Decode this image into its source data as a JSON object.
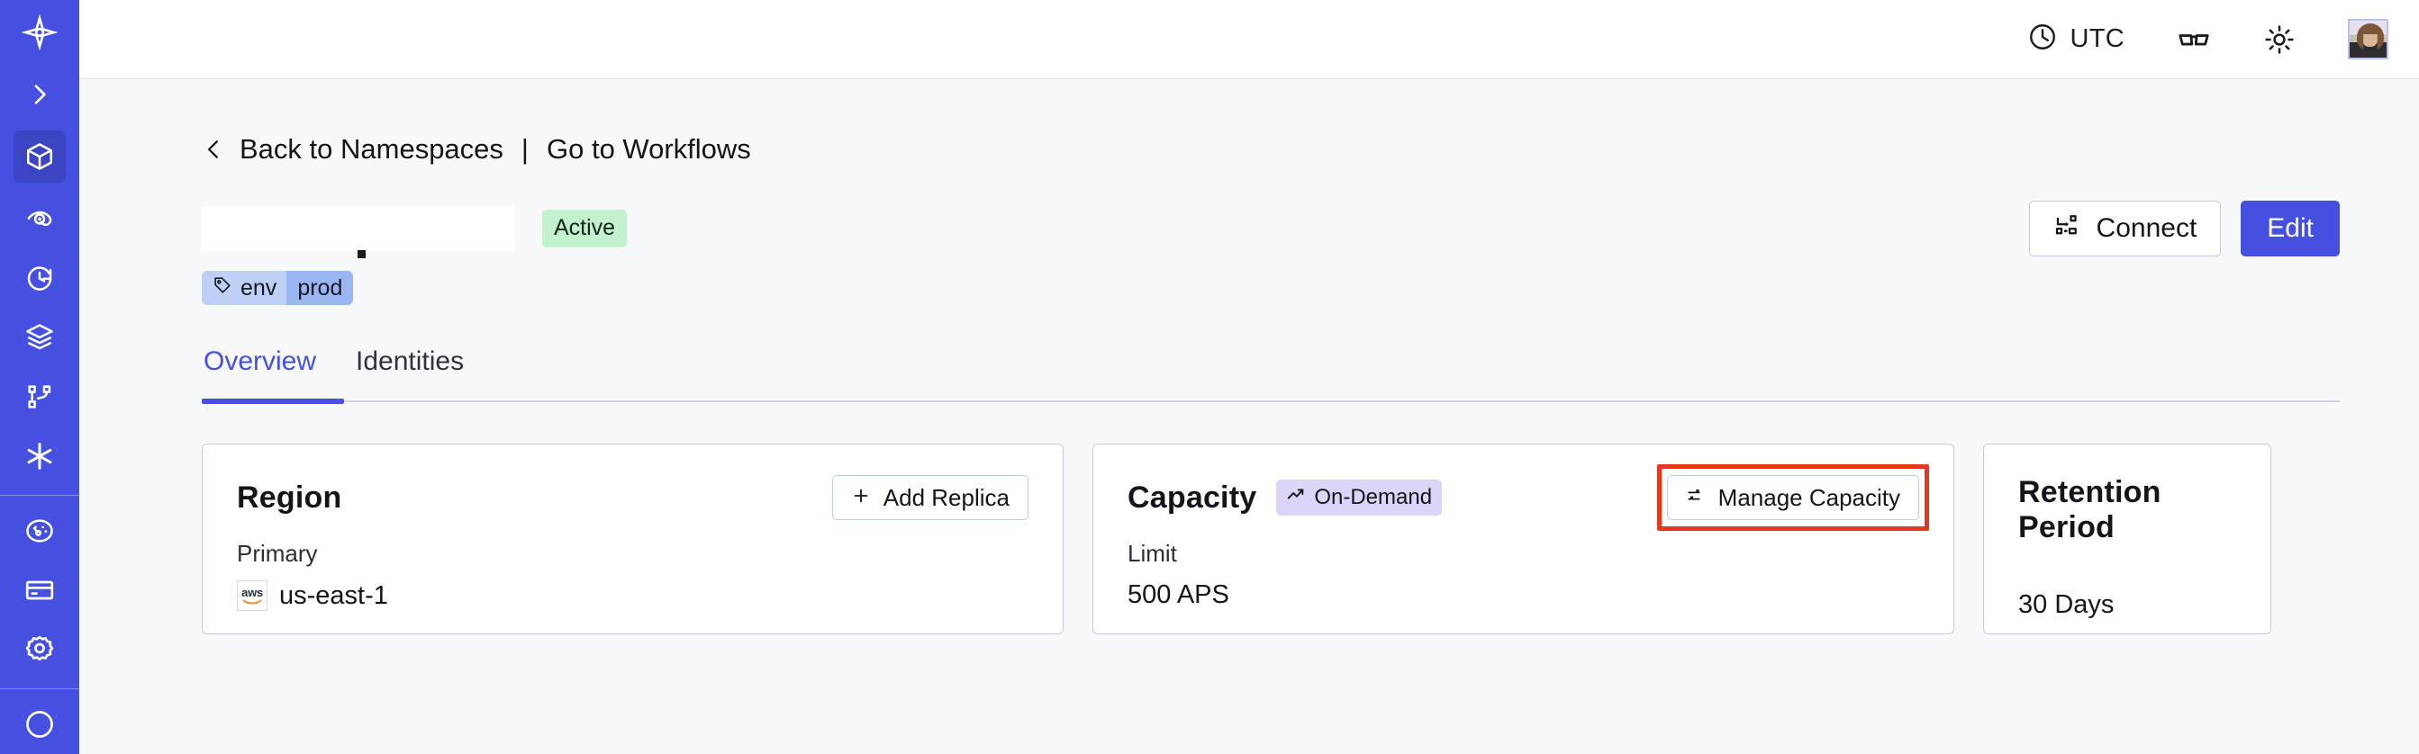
{
  "sidebar": {
    "items": [
      {
        "name": "brand-logo-icon",
        "label": "Temporal"
      },
      {
        "name": "expand-sidebar-icon",
        "label": "Expand"
      },
      {
        "name": "namespaces-icon",
        "label": "Namespaces",
        "active": true
      },
      {
        "name": "workflows-icon",
        "label": "Workflows"
      },
      {
        "name": "schedules-icon",
        "label": "Schedules"
      },
      {
        "name": "batch-operations-icon",
        "label": "Batch Operations"
      },
      {
        "name": "nexus-icon",
        "label": "Nexus"
      },
      {
        "name": "worker-deployments-icon",
        "label": "Worker Deployments"
      },
      {
        "name": "usage-icon",
        "label": "Usage"
      },
      {
        "name": "billing-icon",
        "label": "Billing"
      },
      {
        "name": "settings-icon",
        "label": "Settings"
      }
    ]
  },
  "topbar": {
    "timezone_label": "UTC",
    "clock_icon": "clock-icon",
    "glasses_icon": "glasses-icon",
    "theme_icon": "sun-icon",
    "avatar_icon": "user-avatar"
  },
  "breadcrumb": {
    "back_label": "Back to Namespaces",
    "separator": "|",
    "forward_label": "Go to Workflows",
    "back_icon": "chevron-left-icon"
  },
  "header": {
    "namespace_title": "",
    "status_badge": "Active",
    "connect_label": "Connect",
    "edit_label": "Edit",
    "connect_icon": "connect-icon"
  },
  "tag": {
    "icon": "tag-icon",
    "key": "env",
    "value": "prod"
  },
  "tabs": [
    {
      "label": "Overview",
      "active": true
    },
    {
      "label": "Identities",
      "active": false
    }
  ],
  "cards": {
    "region": {
      "title": "Region",
      "action_label": "Add Replica",
      "action_icon": "plus-icon",
      "sub_label": "Primary",
      "provider_logo": "aws-logo",
      "provider_text": "aws",
      "value": "us-east-1"
    },
    "capacity": {
      "title": "Capacity",
      "badge_label": "On-Demand",
      "badge_icon": "trending-up-icon",
      "action_label": "Manage Capacity",
      "action_icon": "sliders-icon",
      "sub_label": "Limit",
      "value": "500 APS",
      "highlighted": true
    },
    "retention": {
      "title": "Retention Period",
      "value": "30 Days"
    }
  },
  "colors": {
    "sidebar_bg": "#4550e0",
    "sidebar_active": "#3b45c4",
    "accent": "#4550e0",
    "page_bg": "#f7f8fa",
    "card_border": "#c3ccdf",
    "status_green": "#c3f0cd",
    "tag_bg": "#bfd0f7",
    "tag_value_bg": "#99b5f2",
    "badge_purple": "#ddd4f8",
    "annotation_red": "#e8361c"
  }
}
